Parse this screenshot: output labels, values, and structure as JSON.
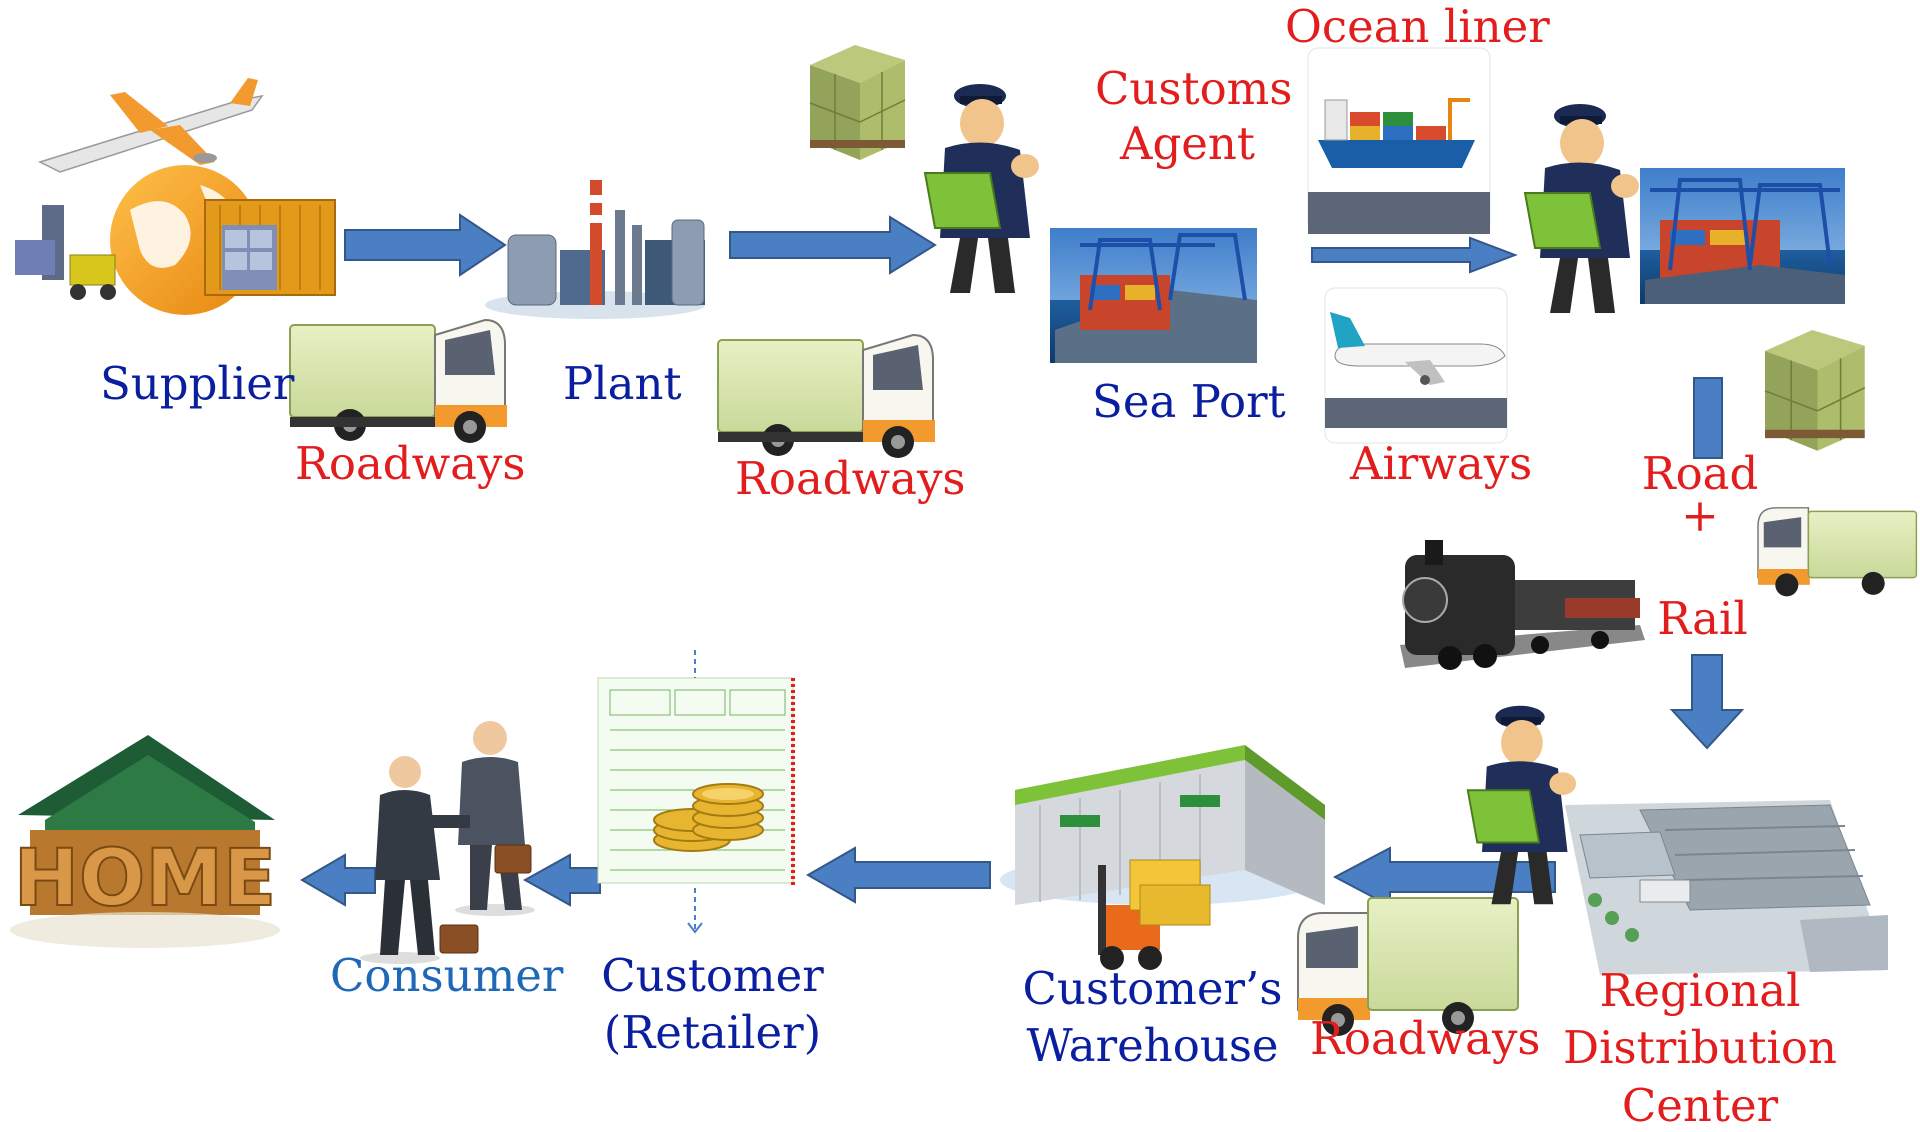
{
  "colors": {
    "arrow": "#4b7fc3",
    "arrow_edge": "#34578a",
    "label_blue": "#0a1ea0",
    "label_red": "#e21d1d",
    "label_lightblue": "#1f68b8"
  },
  "labels": {
    "supplier": "Supplier",
    "plant": "Plant",
    "roadways_1": "Roadways",
    "roadways_2": "Roadways",
    "customs_agent_line1": "Customs",
    "customs_agent_line2": "Agent",
    "ocean_liner": "Ocean liner",
    "sea_port": "Sea Port",
    "airways": "Airways",
    "road": "Road",
    "plus": "+",
    "rail": "Rail",
    "regional_line1": "Regional",
    "regional_line2": "Distribution",
    "regional_line3": "Center",
    "roadways_3": "Roadways",
    "customers_warehouse_line1": "Customer’s",
    "customers_warehouse_line2": "Warehouse",
    "customer_retailer_line1": "Customer",
    "customer_retailer_line2": "(Retailer)",
    "consumer": "Consumer",
    "home_sign": "HOME"
  },
  "icons": [
    "airplane-icon",
    "globe-icon",
    "shipping-container-icon",
    "forklift-icon",
    "delivery-truck-icon",
    "factory-plant-icon",
    "cargo-boxes-icon",
    "customs-officer-icon",
    "port-cranes-icon",
    "cargo-ship-icon",
    "passenger-airplane-icon",
    "steam-train-icon",
    "distribution-center-icon",
    "warehouse-icon",
    "invoice-document-icon",
    "gold-coins-icon",
    "handshake-businessmen-icon",
    "home-icon"
  ]
}
